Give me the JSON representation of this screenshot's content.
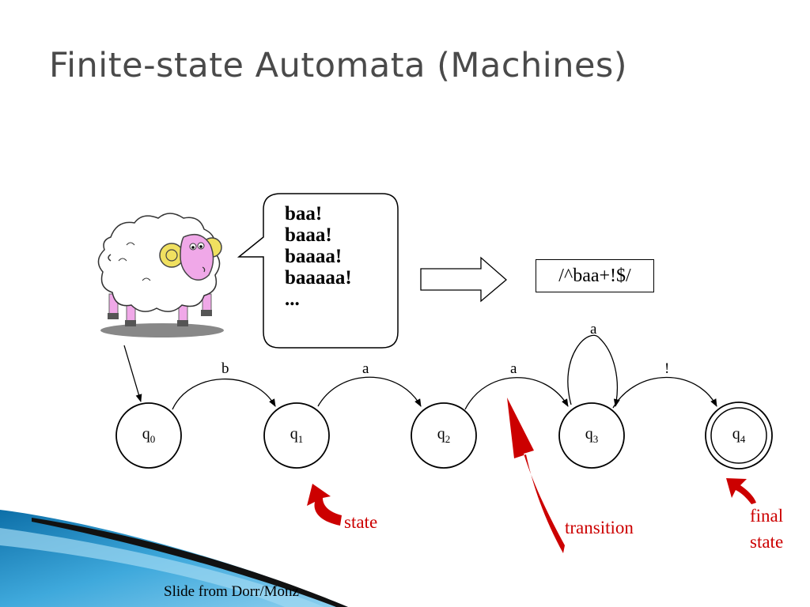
{
  "slide": {
    "title": "Finite-state Automata (Machines)",
    "credit": "Slide from Dorr/Monz"
  },
  "speech_bubble": {
    "lines": [
      "baa!",
      "baaa!",
      "baaaa!",
      "baaaaa!",
      "..."
    ]
  },
  "regex": "/^baa+!$/",
  "automaton": {
    "states": [
      {
        "base": "q",
        "sub": "0",
        "final": false
      },
      {
        "base": "q",
        "sub": "1",
        "final": false
      },
      {
        "base": "q",
        "sub": "2",
        "final": false
      },
      {
        "base": "q",
        "sub": "3",
        "final": false
      },
      {
        "base": "q",
        "sub": "4",
        "final": true
      }
    ],
    "transitions": [
      {
        "from": "q0",
        "to": "q1",
        "label": "b"
      },
      {
        "from": "q1",
        "to": "q2",
        "label": "a"
      },
      {
        "from": "q2",
        "to": "q3",
        "label": "a"
      },
      {
        "from": "q3",
        "to": "q3",
        "label": "a"
      },
      {
        "from": "q3",
        "to": "q4",
        "label": "!"
      }
    ]
  },
  "annotations": {
    "state": "state",
    "transition": "transition",
    "final_state_line1": "final",
    "final_state_line2": "state"
  },
  "colors": {
    "title": "#4a4a4a",
    "annotation": "#cc0000",
    "accent_bar": "#1e90c8"
  }
}
